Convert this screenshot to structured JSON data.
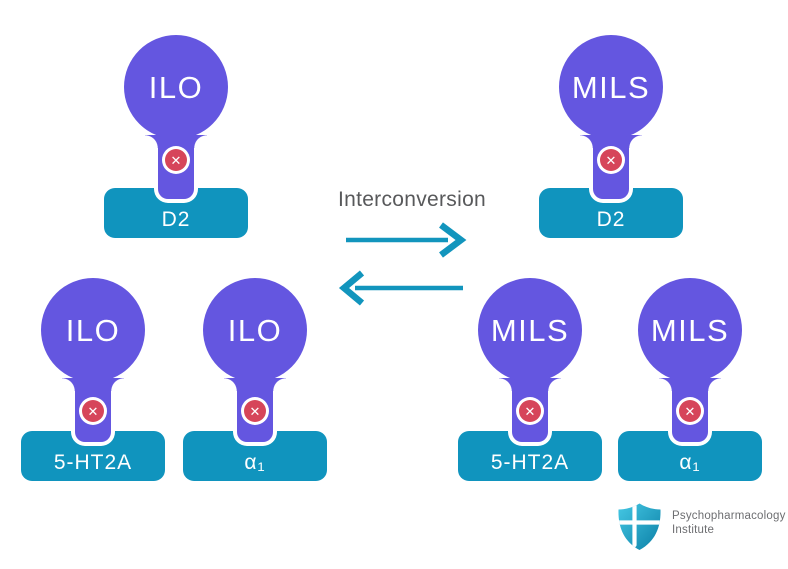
{
  "colors": {
    "background": "#FFFFFF",
    "drug": "#6456E0",
    "receptor": "#1094BE",
    "badge": "#D6455A",
    "arrow": "#1295BD",
    "caption": "#58595B",
    "logo_text": "#6D6E71",
    "shield_light": "#45C8E4",
    "shield_dark": "#0B7FA6"
  },
  "caption": {
    "label": "Interconversion"
  },
  "badge": {
    "symbol": "✕",
    "icon": "circle-x-blocked-icon"
  },
  "units": [
    {
      "drug": "ILO",
      "receptor": "D2"
    },
    {
      "drug": "MILS",
      "receptor": "D2"
    },
    {
      "drug": "ILO",
      "receptor": "5-HT2A"
    },
    {
      "drug": "ILO",
      "receptor": "α₁"
    },
    {
      "drug": "MILS",
      "receptor": "5-HT2A"
    },
    {
      "drug": "MILS",
      "receptor": "α₁"
    }
  ],
  "logo": {
    "line1": "Psychopharmacology",
    "line2": "Institute"
  }
}
